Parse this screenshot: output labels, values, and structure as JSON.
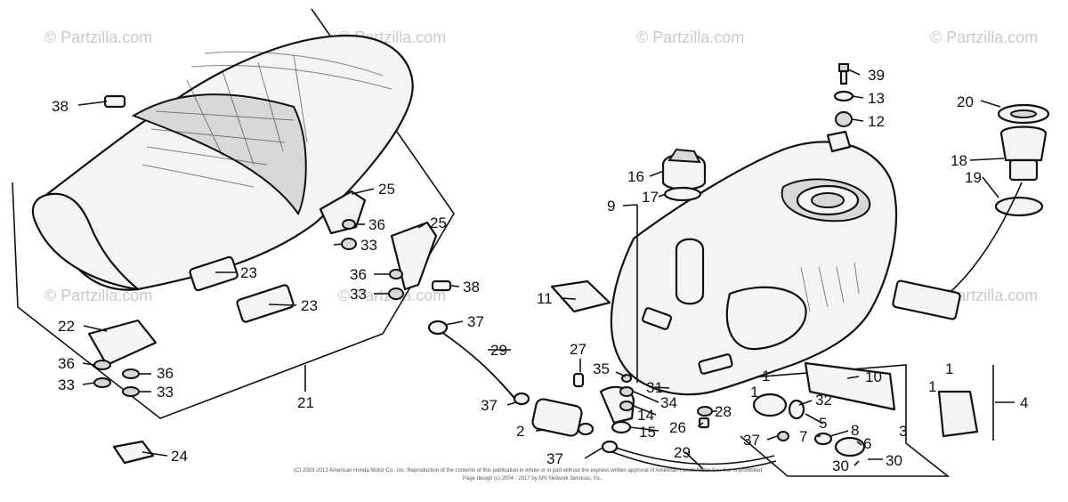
{
  "watermark": "© Partzilla.com",
  "copyright_line1": "(C) 2003-2013 American Honda Motor Co., Inc. Reproduction of the contents of this publication in whole or in part without the express written approval of American Honda Motor Co., Inc. is prohibited.",
  "copyright_line2": "Page design (c) 2004 - 2017 by ARI Network Services, Inc.",
  "callouts": {
    "c1a": "1",
    "c1b": "1",
    "c1c": "1",
    "c1d": "1",
    "c2": "2",
    "c3": "3",
    "c4": "4",
    "c5": "5",
    "c6": "6",
    "c7": "7",
    "c8": "8",
    "c9": "9",
    "c10": "10",
    "c11": "11",
    "c12": "12",
    "c13": "13",
    "c14": "14",
    "c15": "15",
    "c16": "16",
    "c17": "17",
    "c18": "18",
    "c19": "19",
    "c20": "20",
    "c21": "21",
    "c22": "22",
    "c23a": "23",
    "c23b": "23",
    "c24": "24",
    "c25a": "25",
    "c25b": "25",
    "c26": "26",
    "c27": "27",
    "c28": "28",
    "c29a": "29",
    "c29b": "29",
    "c30a": "30",
    "c30b": "30",
    "c31": "31",
    "c32": "32",
    "c33a": "33",
    "c33b": "33",
    "c33c": "33",
    "c33d": "33",
    "c34": "34",
    "c35": "35",
    "c36a": "36",
    "c36b": "36",
    "c36c": "36",
    "c36d": "36",
    "c37a": "37",
    "c37b": "37",
    "c37c": "37",
    "c37d": "37",
    "c38a": "38",
    "c38b": "38",
    "c39": "39"
  }
}
